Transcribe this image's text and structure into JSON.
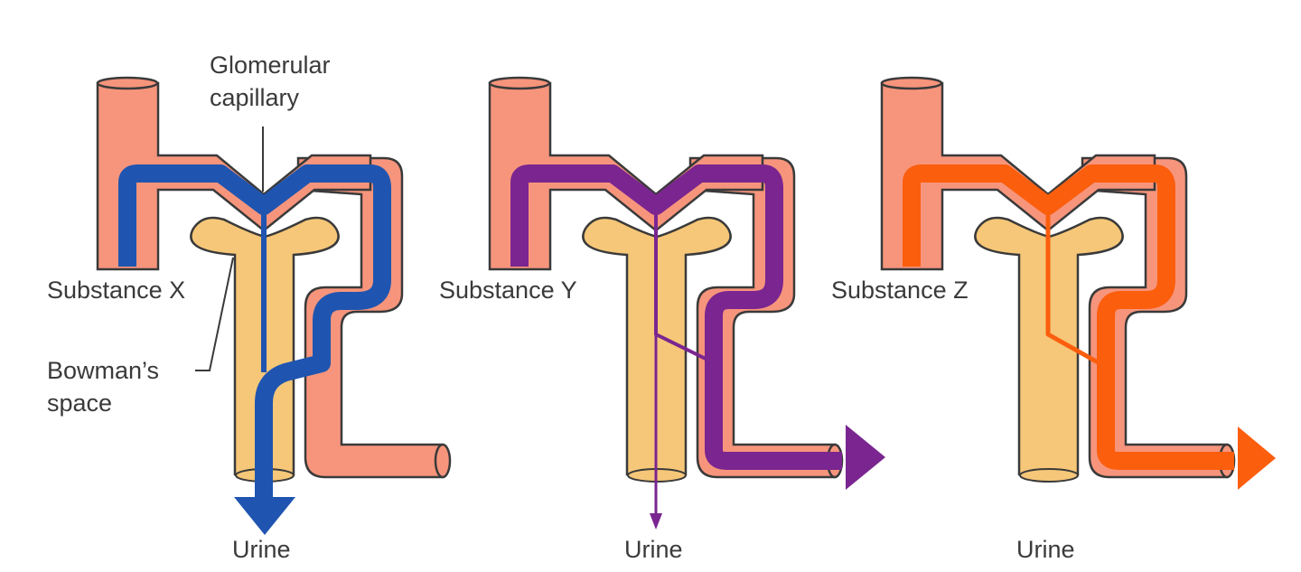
{
  "labels": {
    "glomerular_capillary": [
      "Glomerular",
      "capillary"
    ],
    "bowmans_space": [
      "Bowman’s",
      "space"
    ],
    "substance_x": "Substance X",
    "substance_y": "Substance Y",
    "substance_z": "Substance Z",
    "urine": "Urine"
  },
  "panels": [
    {
      "id": "x",
      "substance_label_key": "substance_x",
      "flow_color": "#1f55b0"
    },
    {
      "id": "y",
      "substance_label_key": "substance_y",
      "flow_color": "#7a2590"
    },
    {
      "id": "z",
      "substance_label_key": "substance_z",
      "flow_color": "#fb5e0d"
    }
  ],
  "colors": {
    "blood_vessel": "#f7957c",
    "bowmans_capsule": "#f6c778",
    "outline": "#3a3a3a"
  }
}
